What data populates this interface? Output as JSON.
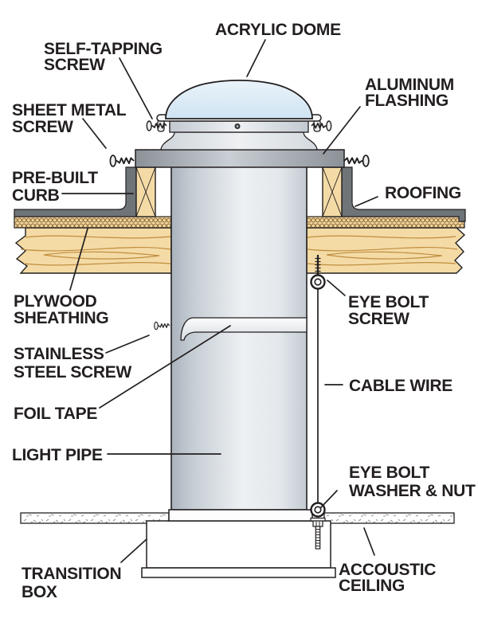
{
  "labels": {
    "acrylic_dome": [
      "ACRYLIC DOME"
    ],
    "self_tapping_screw": [
      "SELF-TAPPING",
      "SCREW"
    ],
    "sheet_metal_screw": [
      "SHEET METAL",
      "SCREW"
    ],
    "pre_built_curb": [
      "PRE-BUILT",
      "CURB"
    ],
    "plywood_sheathing": [
      "PLYWOOD",
      "SHEATHING"
    ],
    "stainless_steel_screw": [
      "STAINLESS",
      "STEEL SCREW"
    ],
    "foil_tape": [
      "FOIL TAPE"
    ],
    "light_pipe": [
      "LIGHT PIPE"
    ],
    "transition_box": [
      "TRANSITION",
      "BOX"
    ],
    "aluminum_flashing": [
      "ALUMINUM",
      "FLASHING"
    ],
    "roofing": [
      "ROOFING"
    ],
    "eye_bolt_screw": [
      "EYE BOLT",
      "SCREW"
    ],
    "cable_wire": [
      "CABLE WIRE"
    ],
    "eye_bolt_washer_nut": [
      "EYE BOLT",
      "WASHER & NUT"
    ],
    "accoustic_ceiling": [
      "ACCOUSTIC",
      "CEILING"
    ]
  },
  "colors": {
    "ink": "#231f20",
    "dome_top": "#eaf3fa",
    "dome_bottom": "#cfe3f2",
    "metal_edge": "#c2c9d0",
    "metal_light": "#eef1f4",
    "flash_band_dark": "#8b9197",
    "flash_band_mid": "#c9cfd4",
    "roofing_gray": "#6e7478",
    "wood": "#f4dba6",
    "wood_grain": "#c08d3e",
    "braid_bg": "#f1d49e",
    "braid_stroke": "#8a6a33",
    "pipe_edge": "#a9b2bc",
    "pipe_light": "#edf0f3",
    "pipe_right": "#c3cad1",
    "tape_light": "#fdfdfe",
    "tape_dark": "#d5dbe0",
    "screw_head": "#eceef0",
    "speck": "#969a9e",
    "white": "#ffffff"
  }
}
